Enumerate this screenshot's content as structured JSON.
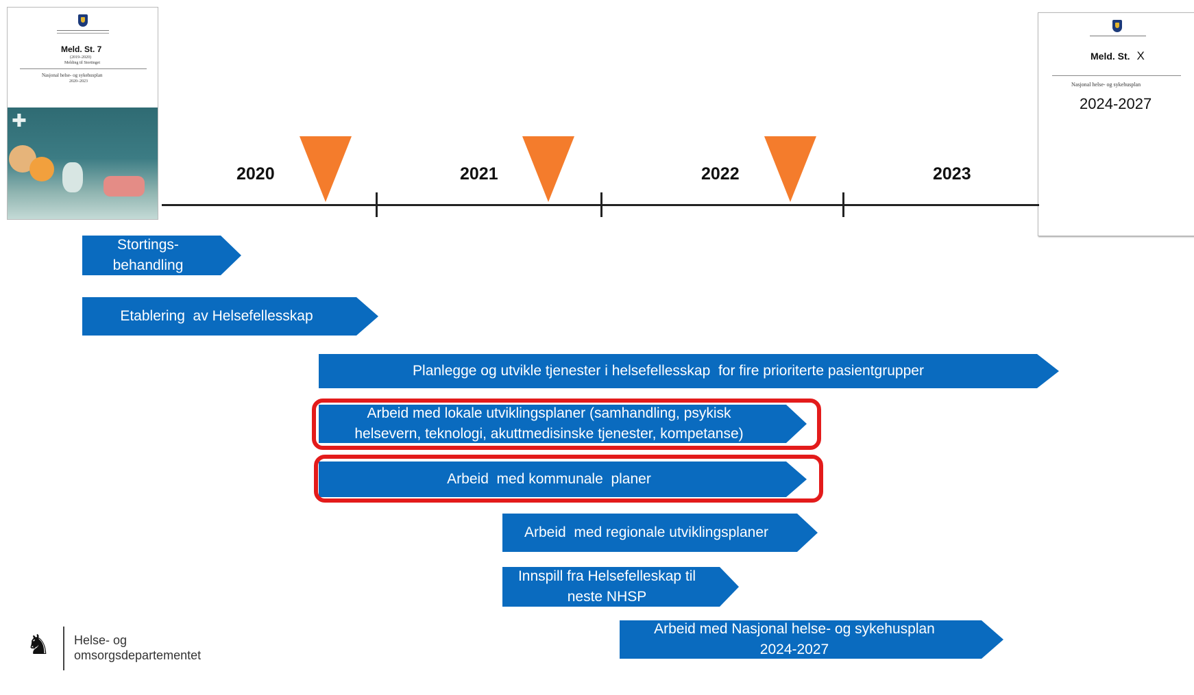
{
  "left_document": {
    "title": "Meld. St. 7",
    "line1": "(2019–2020)",
    "line2": "Melding til Stortinget",
    "subtitle": "Nasjonal helse- og sykehusplan",
    "years": "2020–2023"
  },
  "right_document": {
    "title_prefix": "Meld. St.",
    "title_x": "X",
    "subtitle": "Nasjonal helse- og sykehusplan",
    "years": "2024-2027"
  },
  "timeline": {
    "years": [
      "2020",
      "2021",
      "2022",
      "2023"
    ],
    "marker_color": "#f47c2c"
  },
  "arrows": [
    {
      "text": "Stortings-\nbehandling"
    },
    {
      "text": "Etablering  av Helsefellesskap"
    },
    {
      "text": "Planlegge og utvikle tjenester i helsefellesskap  for fire prioriterte pasientgrupper"
    },
    {
      "text": "Arbeid  med lokale utviklingsplaner  (samhandling,  psykisk\nhelsevern,  teknologi,  akuttmedisinske  tjenester,  kompetanse)",
      "highlighted": true
    },
    {
      "text": "Arbeid  med kommunale  planer",
      "highlighted": true
    },
    {
      "text": "Arbeid  med regionale utviklingsplaner"
    },
    {
      "text": "Innspill fra Helsefelleskap  til\nneste NHSP"
    },
    {
      "text": "Arbeid  med Nasjonal helse- og sykehusplan\n2024-2027"
    }
  ],
  "colors": {
    "arrow": "#0a6bbf",
    "highlight": "#e31b1b",
    "marker": "#f47c2c"
  },
  "footer": {
    "logo_icon": "norwegian-lion-icon",
    "line1": "Helse- og",
    "line2": "omsorgsdepartementet"
  }
}
